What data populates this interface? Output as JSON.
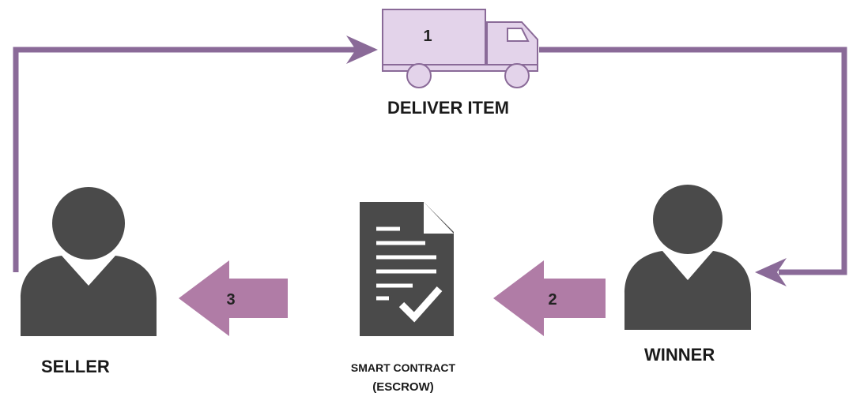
{
  "colors": {
    "arrow_line": "#8a6a98",
    "truck_fill": "#e3d3ea",
    "truck_stroke": "#8a6a98",
    "block_arrow": "#b07ca6",
    "figure": "#4a4a4a"
  },
  "steps": {
    "step1": "1",
    "step2": "2",
    "step3": "3"
  },
  "labels": {
    "deliver_item": "DELIVER ITEM",
    "seller": "SELLER",
    "winner": "WINNER",
    "smart_contract": "SMART CONTRACT",
    "escrow": "(ESCROW)"
  },
  "icons": {
    "truck": "truck-icon",
    "seller": "person-icon",
    "winner": "person-icon",
    "contract": "document-check-icon"
  }
}
